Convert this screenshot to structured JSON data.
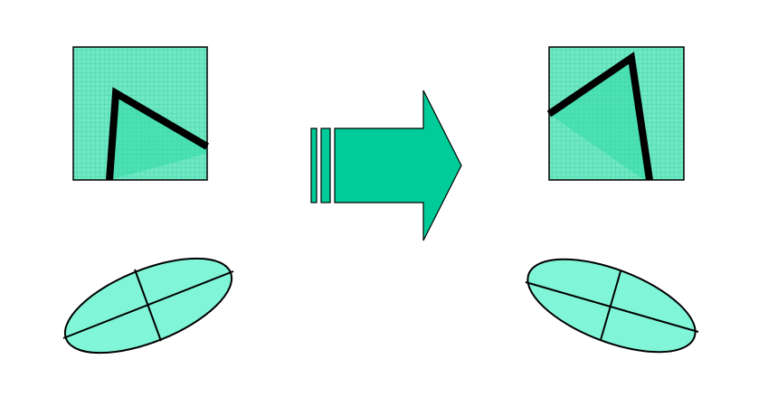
{
  "colors": {
    "background": "#ffffff",
    "square_fill": "#6fe8c4",
    "square_grid": "#3fcf9f",
    "wedge_fill": "#2fd9a6",
    "wedge_opacity": 0.55,
    "stroke": "#000000",
    "arrow_fill": "#00cc99",
    "ellipse_fill": "#80f5d8"
  },
  "shapes": {
    "left_square": {
      "name": "square-with-wedge-before"
    },
    "right_square": {
      "name": "square-with-wedge-after"
    },
    "arrow": {
      "name": "transform-arrow",
      "direction": "right",
      "stripes": 2
    },
    "left_ellipse": {
      "name": "ellipse-before",
      "tilt": "up-right"
    },
    "right_ellipse": {
      "name": "ellipse-after",
      "tilt": "down-right"
    }
  }
}
